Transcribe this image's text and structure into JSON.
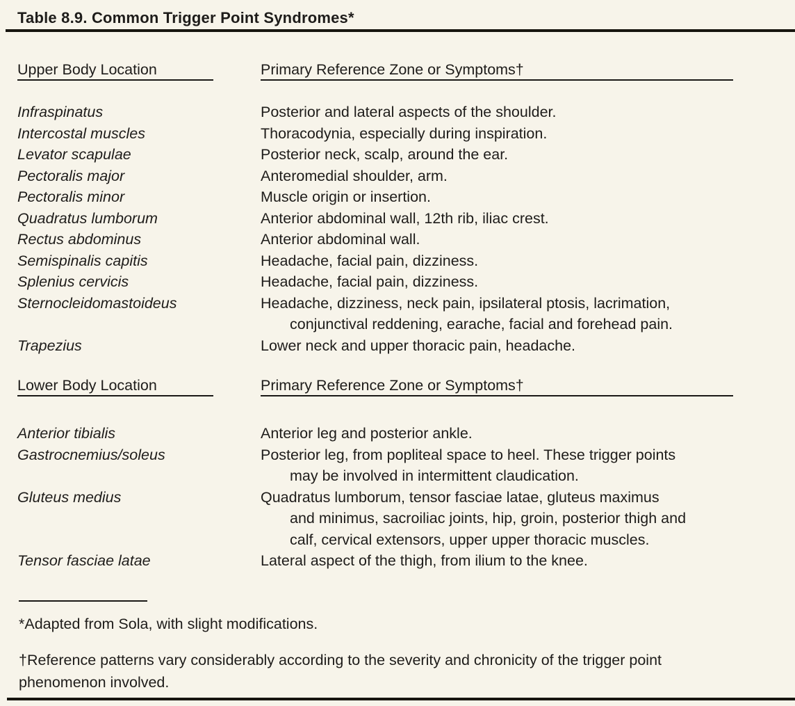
{
  "title": "Table 8.9. Common Trigger Point Syndromes*",
  "colors": {
    "paper": "#f7f4ea",
    "ink": "#1e1c1a"
  },
  "table": {
    "sections": [
      {
        "location_header": "Upper Body Location",
        "symptoms_header": "Primary Reference Zone or Symptoms†",
        "rows": [
          {
            "location": "Infraspinatus",
            "symptoms": "Posterior and lateral aspects of the shoulder."
          },
          {
            "location": "Intercostal muscles",
            "symptoms": "Thoracodynia, especially during inspiration."
          },
          {
            "location": "Levator scapulae",
            "symptoms": "Posterior neck, scalp, around the ear."
          },
          {
            "location": "Pectoralis major",
            "symptoms": "Anteromedial shoulder, arm."
          },
          {
            "location": "Pectoralis minor",
            "symptoms": "Muscle origin or insertion."
          },
          {
            "location": "Quadratus lumborum",
            "symptoms": "Anterior abdominal wall, 12th rib, iliac crest."
          },
          {
            "location": "Rectus abdominus",
            "symptoms": "Anterior abdominal wall."
          },
          {
            "location": "Semispinalis capitis",
            "symptoms": "Headache, facial pain, dizziness."
          },
          {
            "location": "Splenius cervicis",
            "symptoms": "Headache, facial pain, dizziness."
          },
          {
            "location": "Sternocleidomastoideus",
            "symptoms": "Headache, dizziness, neck pain, ipsilateral ptosis, lacrimation,\nconjunctival reddening, earache, facial and forehead pain."
          },
          {
            "location": "Trapezius",
            "symptoms": "Lower neck and upper thoracic pain, headache."
          }
        ]
      },
      {
        "location_header": "Lower Body Location",
        "symptoms_header": "Primary Reference Zone or Symptoms†",
        "rows": [
          {
            "location": "Anterior tibialis",
            "symptoms": "Anterior leg and posterior ankle."
          },
          {
            "location": "Gastrocnemius/soleus",
            "symptoms": "Posterior leg, from popliteal space to heel. These trigger points\nmay be involved in intermittent claudication."
          },
          {
            "location": "Gluteus medius",
            "symptoms": "Quadratus lumborum, tensor fasciae latae, gluteus maximus\nand minimus, sacroiliac joints, hip, groin, posterior thigh and\ncalf, cervical extensors, upper upper thoracic muscles."
          },
          {
            "location": "Tensor fasciae latae",
            "symptoms": "Lateral aspect of the thigh, from ilium to the knee."
          }
        ]
      }
    ]
  },
  "footnotes": [
    "*Adapted from Sola, with slight modifications.",
    "†Reference patterns vary considerably according to the severity and chronicity of the trigger point\nphenomenon involved."
  ]
}
